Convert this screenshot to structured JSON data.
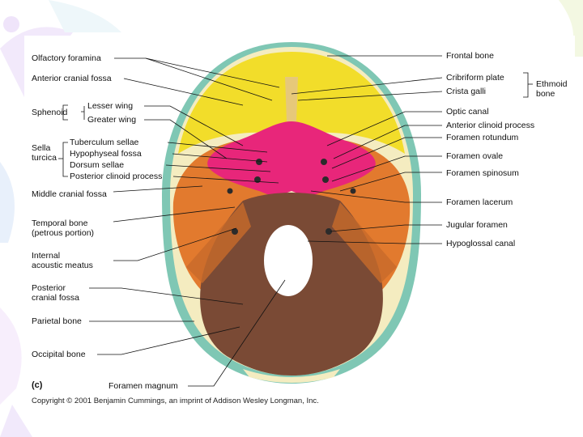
{
  "figure_letter": "(c)",
  "copyright": "Copyright © 2001 Benjamin Cummings, an imprint of Addison Wesley Longman, Inc.",
  "labels_left": {
    "olfactory_foramina": "Olfactory foramina",
    "anterior_cranial_fossa": "Anterior cranial fossa",
    "sphenoid": "Sphenoid",
    "lesser_wing": "Lesser wing",
    "greater_wing": "Greater wing",
    "sella_turcica": "Sella turcica",
    "tuberculum_sellae": "Tuberculum sellae",
    "hypophyseal_fossa": "Hypophyseal fossa",
    "dorsum_sellae": "Dorsum sellae",
    "posterior_clinoid_process": "Posterior clinoid process",
    "middle_cranial_fossa": "Middle cranial fossa",
    "temporal_bone": "Temporal bone (petrous portion)",
    "internal_acoustic_meatus": "Internal acoustic meatus",
    "posterior_cranial_fossa": "Posterior cranial fossa",
    "parietal_bone": "Parietal bone",
    "occipital_bone": "Occipital bone",
    "foramen_magnum": "Foramen magnum"
  },
  "labels_right": {
    "frontal_bone": "Frontal bone",
    "cribriform_plate": "Cribriform plate",
    "crista_galli": "Crista galli",
    "ethmoid_bone": "Ethmoid bone",
    "optic_canal": "Optic canal",
    "anterior_clinoid_process": "Anterior clinoid process",
    "foramen_rotundum": "Foramen rotundum",
    "foramen_ovale": "Foramen ovale",
    "foramen_spinosum": "Foramen spinosum",
    "foramen_lacerum": "Foramen lacerum",
    "jugular_foramen": "Jugular foramen",
    "hypoglossal_canal": "Hypoglossal canal"
  },
  "colors": {
    "frontal": "#f2dd2a",
    "sphenoid": "#e8267a",
    "temporal": "#e27a2e",
    "occipital": "#7a4a35",
    "parietal": "#7fc7b4",
    "bone_rim": "#f4ecc0",
    "dark_cavity": "#2b5f3f"
  }
}
